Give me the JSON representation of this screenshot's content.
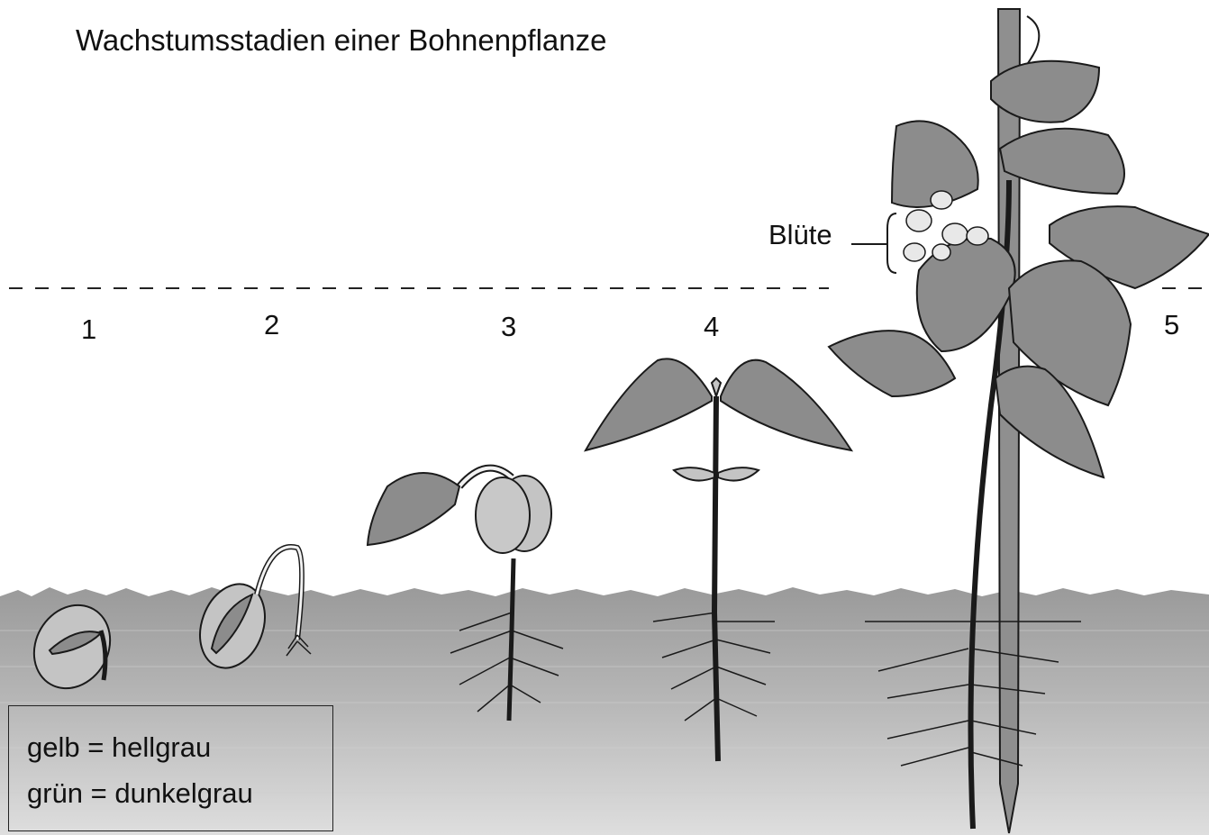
{
  "title": "Wachstumsstadien einer Bohnenpflanze",
  "stages": [
    "1",
    "2",
    "3",
    "4",
    "5"
  ],
  "annotation": "Blüte",
  "legend": {
    "line1": "gelb = hellgrau",
    "line2": "grün = dunkelgrau"
  },
  "colors": {
    "leaf": "#8c8c8c",
    "cotyledon": "#c4c4c4",
    "soil_top": "#9b9b9b",
    "soil_bottom": "#dcdcdc",
    "outline": "#1a1a1a"
  }
}
